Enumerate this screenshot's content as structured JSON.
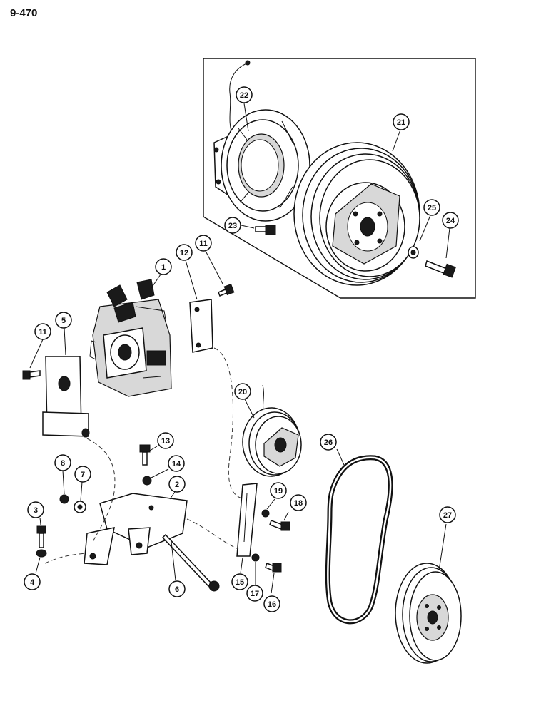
{
  "page_number": "9-470",
  "callouts": [
    "1",
    "2",
    "3",
    "4",
    "5",
    "6",
    "7",
    "8",
    "11",
    "11",
    "12",
    "13",
    "14",
    "15",
    "16",
    "17",
    "18",
    "19",
    "20",
    "21",
    "22",
    "23",
    "24",
    "25",
    "26",
    "27"
  ]
}
